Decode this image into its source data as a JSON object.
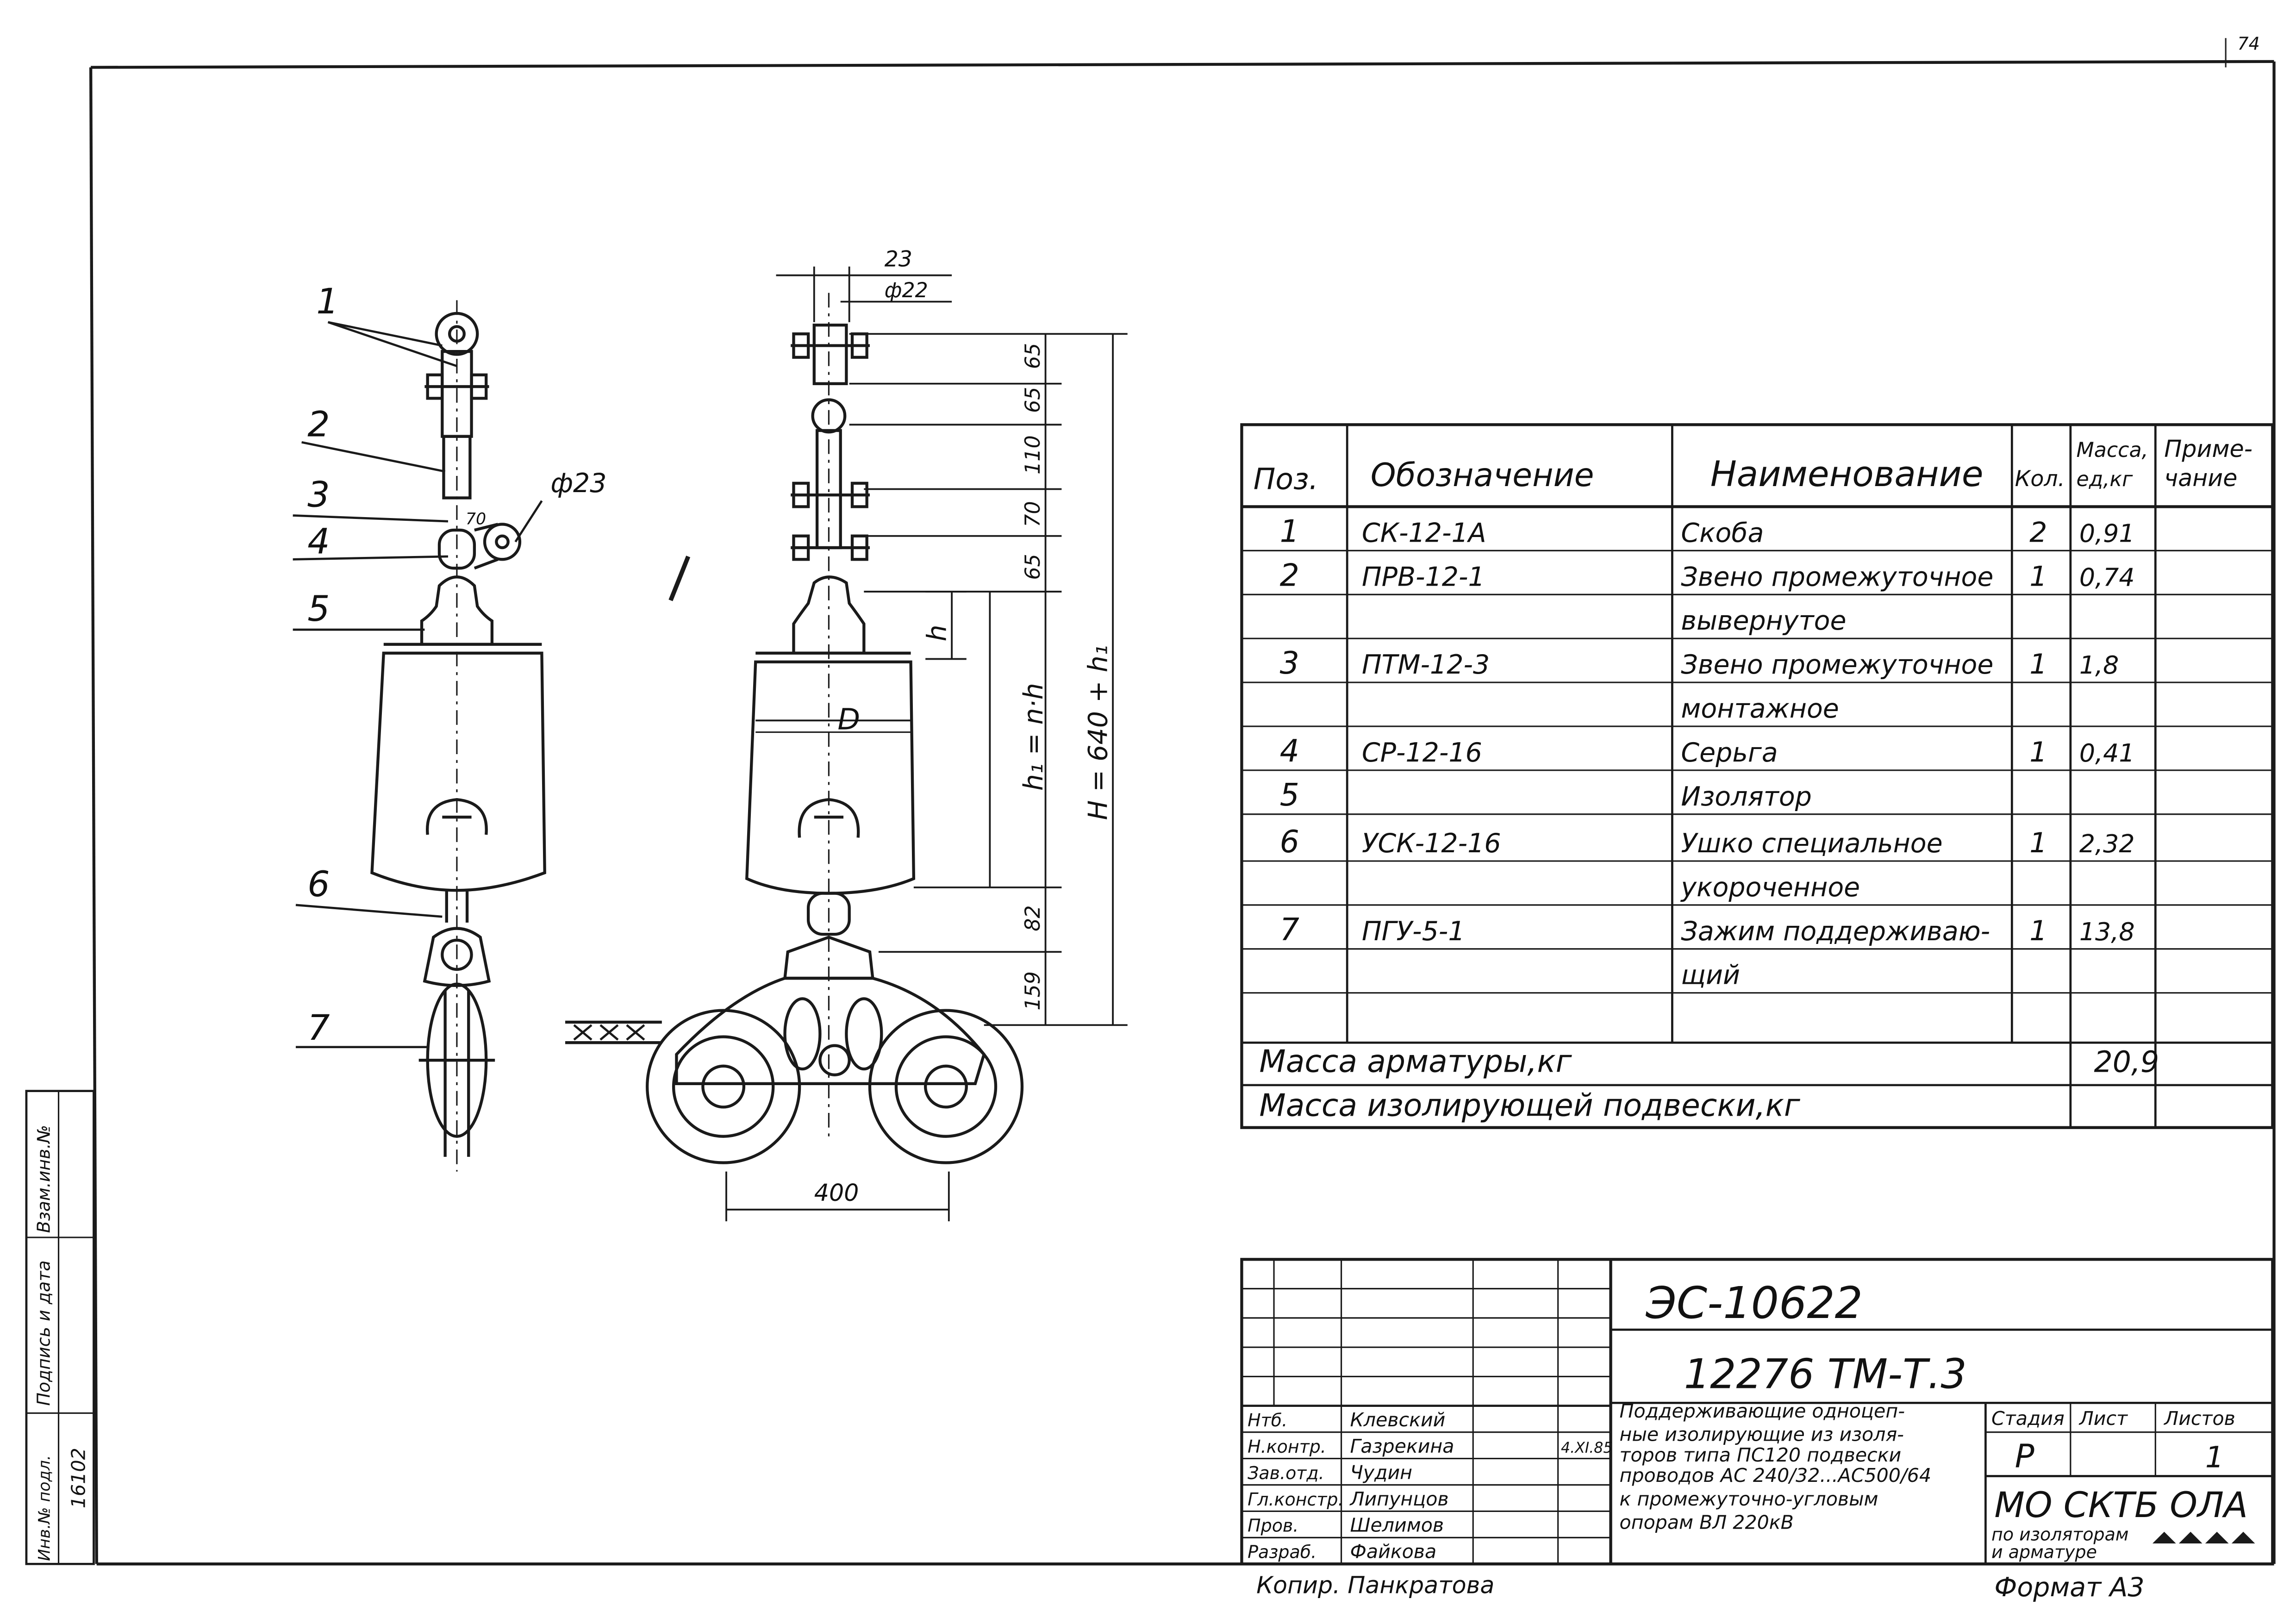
{
  "page_number": "74",
  "drawing": {
    "callouts": [
      "1",
      "2",
      "3",
      "4",
      "5",
      "6",
      "7"
    ],
    "hole_left": "ф23",
    "dim_70_small": "70",
    "top_width": "23",
    "top_diameter": "ф22",
    "vertical_dims": [
      "65",
      "65",
      "110",
      "70",
      "65",
      "82",
      "159"
    ],
    "h_label": "h",
    "h1_label": "h₁ = n·h",
    "H_label": "H = 640 + h₁",
    "D_label": "D",
    "width_dim": "400"
  },
  "spec": {
    "headers": {
      "pos": "Поз.",
      "designation": "Обозначение",
      "name": "Наименование",
      "qty": "Кол.",
      "mass": [
        "Масса,",
        "ед,кг"
      ],
      "note": [
        "Приме-",
        "чание"
      ]
    },
    "rows": [
      {
        "pos": "1",
        "designation": "СК-12-1А",
        "name": "Скоба",
        "qty": "2",
        "mass": "0,91",
        "note": ""
      },
      {
        "pos": "2",
        "designation": "ПРВ-12-1",
        "name": "Звено промежуточное",
        "qty": "1",
        "mass": "0,74",
        "note": ""
      },
      {
        "pos": "",
        "designation": "",
        "name": "вывернутое",
        "qty": "",
        "mass": "",
        "note": ""
      },
      {
        "pos": "3",
        "designation": "ПТМ-12-3",
        "name": "Звено промежуточное",
        "qty": "1",
        "mass": "1,8",
        "note": ""
      },
      {
        "pos": "",
        "designation": "",
        "name": "монтажное",
        "qty": "",
        "mass": "",
        "note": ""
      },
      {
        "pos": "4",
        "designation": "СР-12-16",
        "name": "Серьга",
        "qty": "1",
        "mass": "0,41",
        "note": ""
      },
      {
        "pos": "5",
        "designation": "",
        "name": "Изолятор",
        "qty": "",
        "mass": "",
        "note": ""
      },
      {
        "pos": "6",
        "designation": "УСК-12-16",
        "name": "Ушко специальное",
        "qty": "1",
        "mass": "2,32",
        "note": ""
      },
      {
        "pos": "",
        "designation": "",
        "name": "укороченное",
        "qty": "",
        "mass": "",
        "note": ""
      },
      {
        "pos": "7",
        "designation": "ПГУ-5-1",
        "name": "Зажим поддерживаю-",
        "qty": "1",
        "mass": "13,8",
        "note": ""
      },
      {
        "pos": "",
        "designation": "",
        "name": "щий",
        "qty": "",
        "mass": "",
        "note": ""
      },
      {
        "pos": "",
        "designation": "",
        "name": "",
        "qty": "",
        "mass": "",
        "note": ""
      }
    ],
    "total_fittings_label": "Масса арматуры,кг",
    "total_fittings_value": "20,9",
    "total_suspension_label": "Масса изолирующей подвески,кг",
    "total_suspension_value": ""
  },
  "title_block": {
    "doc_code": "ЭС-10622",
    "drawing_number": "12276 ТМ-Т.3",
    "roles": [
      "Нтб.",
      "Н.контр.",
      "Зав.отд.",
      "Гл.констр.",
      "Пров.",
      "Разраб."
    ],
    "names": [
      "Клевский",
      "Газрекина",
      "Чудин",
      "Липунцов",
      "Шелимов",
      "Файкова"
    ],
    "dates": [
      "",
      "4.XI.85",
      "",
      "",
      "",
      ""
    ],
    "description": [
      "Поддерживающие одноцеп-",
      "ные изолирующие из изоля-",
      "торов типа ПС120 подвески",
      "проводов АС 240/32...АС500/64",
      "к промежуточно-угловым",
      "опорам ВЛ 220кВ"
    ],
    "stage_label": "Стадия",
    "sheet_label": "Лист",
    "sheets_label": "Листов",
    "stage_value": "Р",
    "sheet_value": "",
    "sheets_value": "1",
    "org": "МО СКТБ ОЛА",
    "org_sub": [
      "по изоляторам",
      "и арматуре"
    ],
    "copied_by": "Копир. Панкратова",
    "format": "Формат А3"
  },
  "side_stamp": {
    "labels": [
      "Инв.№ подл.",
      "Подпись и дата",
      "Взам.инв.№"
    ],
    "inventory_number": "16102"
  },
  "colors": {
    "ink": "#1a1a1a",
    "paper": "#ffffff"
  }
}
